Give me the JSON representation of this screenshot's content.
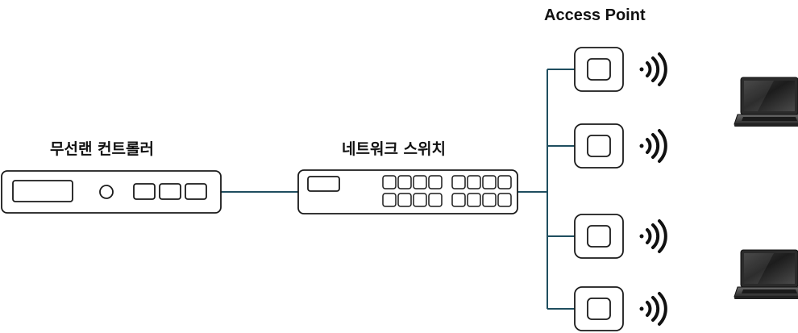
{
  "labels": {
    "controller": "무선랜 컨트롤러",
    "switch": "네트워크 스위치",
    "access_point": "Access Point"
  },
  "colors": {
    "outline": "#1a1a1a",
    "link": "#1f4e5f",
    "background": "#ffffff"
  },
  "devices": {
    "access_points": [
      "access-point",
      "access-point",
      "access-point",
      "access-point"
    ],
    "wifi_signals": [
      "wifi-signal-icon",
      "wifi-signal-icon",
      "wifi-signal-icon",
      "wifi-signal-icon"
    ],
    "laptops": [
      "laptop-icon",
      "laptop-icon"
    ]
  }
}
